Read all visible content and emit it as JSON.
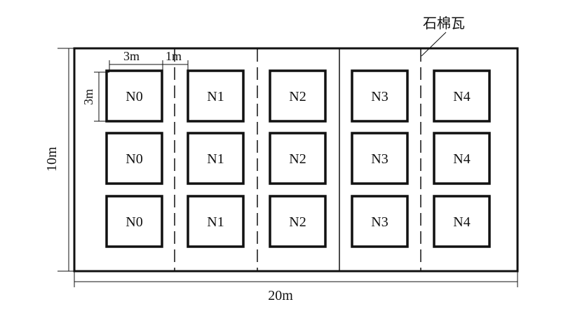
{
  "diagram": {
    "asbestos_label": "石棉瓦",
    "width_label": "20m",
    "height_label": "10m",
    "plot_width_label": "3m",
    "gap_label": "1m",
    "plot_height_label": "3m",
    "columns": [
      {
        "treatment": "N0"
      },
      {
        "treatment": "N1"
      },
      {
        "treatment": "N2"
      },
      {
        "treatment": "N3"
      },
      {
        "treatment": "N4"
      }
    ],
    "rows": 3
  }
}
